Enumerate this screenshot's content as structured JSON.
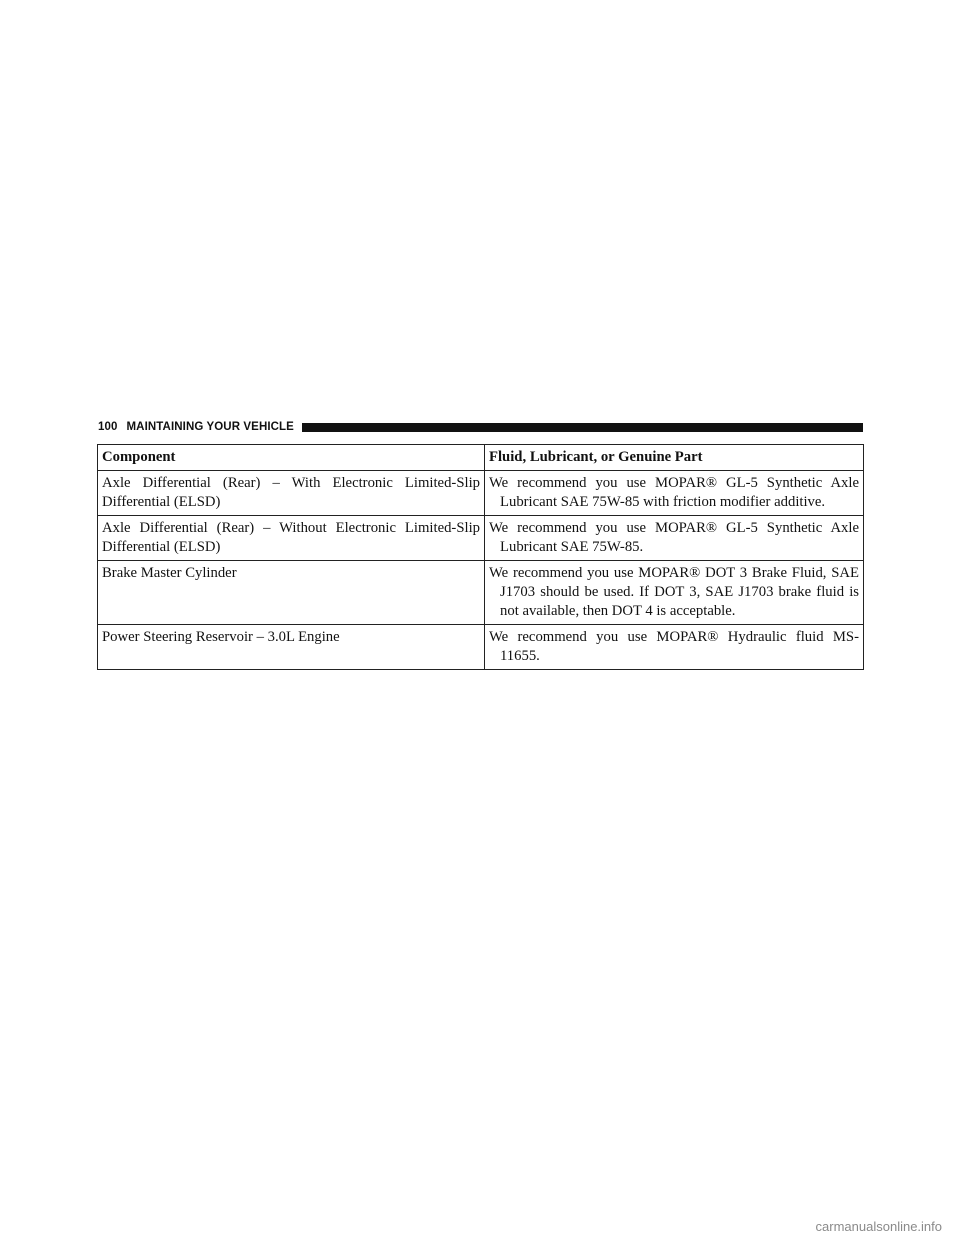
{
  "header": {
    "page_number": "100",
    "section_title": "MAINTAINING YOUR VEHICLE"
  },
  "table": {
    "columns": [
      "Component",
      "Fluid, Lubricant, or Genuine Part"
    ],
    "rows": [
      {
        "component": "Axle Differential (Rear) – With Electronic Limited-Slip Differential (ELSD)",
        "fluid": "We recommend you use MOPAR® GL-5 Synthetic Axle Lubricant SAE 75W-85 with friction modifier additive."
      },
      {
        "component": "Axle Differential (Rear) – Without Electronic Limited-Slip Differential (ELSD)",
        "fluid": "We recommend you use MOPAR® GL-5 Synthetic Axle Lubricant SAE 75W-85."
      },
      {
        "component": "Brake Master Cylinder",
        "fluid": "We recommend you use MOPAR® DOT 3 Brake Fluid, SAE J1703 should be used. If DOT 3, SAE J1703 brake fluid is not available, then DOT 4 is acceptable."
      },
      {
        "component": "Power Steering Reservoir – 3.0L Engine",
        "fluid": "We recommend you use MOPAR® Hydraulic fluid MS-11655."
      }
    ]
  },
  "watermark": "carmanualsonline.info"
}
